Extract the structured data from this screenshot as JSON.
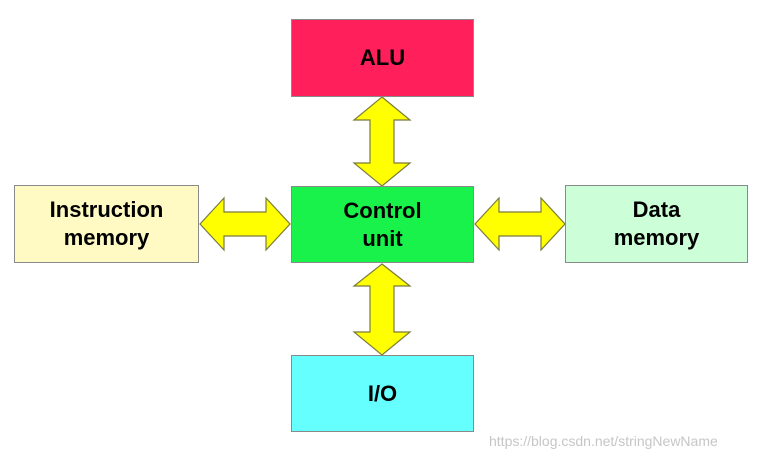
{
  "diagram": {
    "boxes": {
      "alu": {
        "label": "ALU",
        "color": "#ff1f5a"
      },
      "control_unit": {
        "label": "Control\nunit",
        "color": "#19f24a"
      },
      "instruction_memory": {
        "label": "Instruction\nmemory",
        "color": "#fff9c4"
      },
      "data_memory": {
        "label": "Data\nmemory",
        "color": "#ccffd8"
      },
      "io": {
        "label": "I/O",
        "color": "#66ffff"
      }
    },
    "arrow_color": "#ffff00"
  },
  "watermark": "https://blog.csdn.net/stringNewName"
}
